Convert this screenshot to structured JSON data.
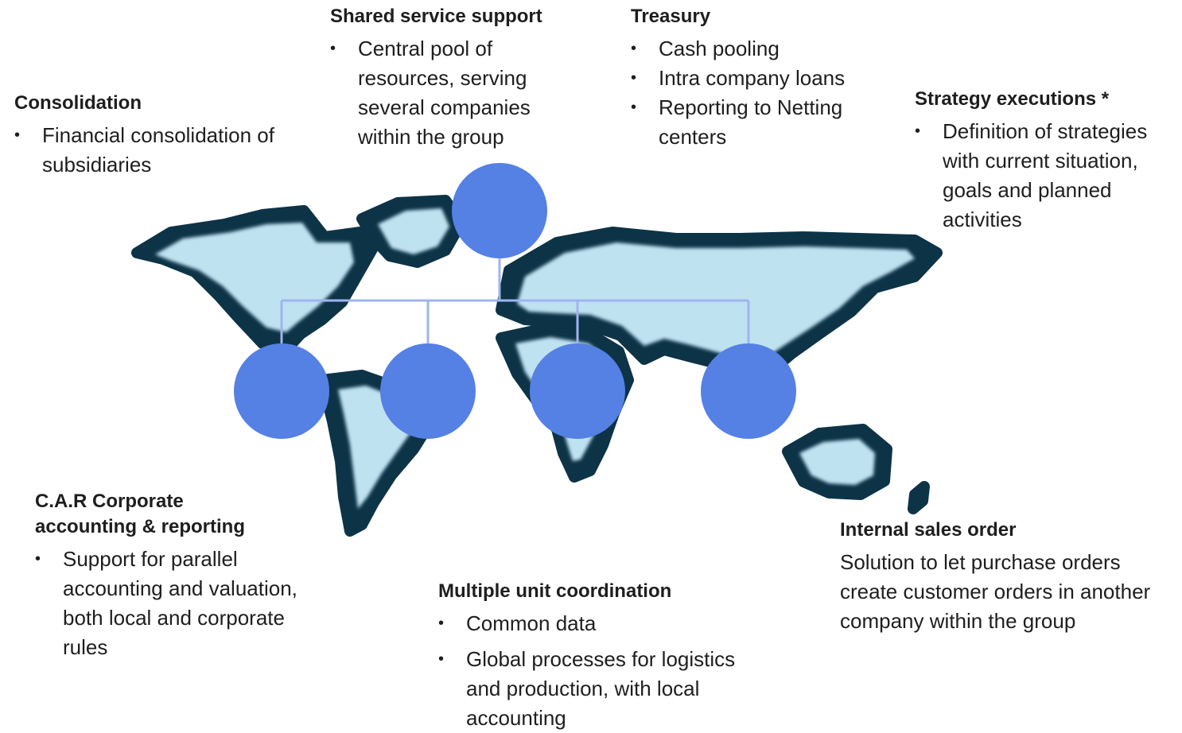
{
  "colors": {
    "node": "#5580e4",
    "connector": "#9fb4ee",
    "land": "#bfe2f1",
    "land_edge": "#0d3347"
  },
  "blocks": {
    "consolidation": {
      "title": "Consolidation",
      "bullets": [
        "Financial consolidation of subsidiaries"
      ]
    },
    "shared_service": {
      "title": "Shared service support",
      "bullets": [
        "Central pool of resources, serving several companies within the group"
      ]
    },
    "treasury": {
      "title": "Treasury",
      "bullets": [
        "Cash pooling",
        "Intra company loans",
        "Reporting to Netting centers"
      ]
    },
    "strategy": {
      "title": "Strategy executions *",
      "bullets": [
        "Definition of strategies with current situation, goals and planned activities"
      ]
    },
    "car": {
      "title": "C.A.R Corporate accounting & reporting",
      "bullets": [
        "Support for parallel accounting and valuation, both local and corporate rules"
      ]
    },
    "multiple_unit": {
      "title": "Multiple unit coordination",
      "bullets": [
        "Common data",
        "Global processes for logistics and production, with local accounting"
      ]
    },
    "internal_sales": {
      "title": "Internal sales order",
      "text": "Solution to let purchase orders create customer orders in another company within the group"
    }
  }
}
